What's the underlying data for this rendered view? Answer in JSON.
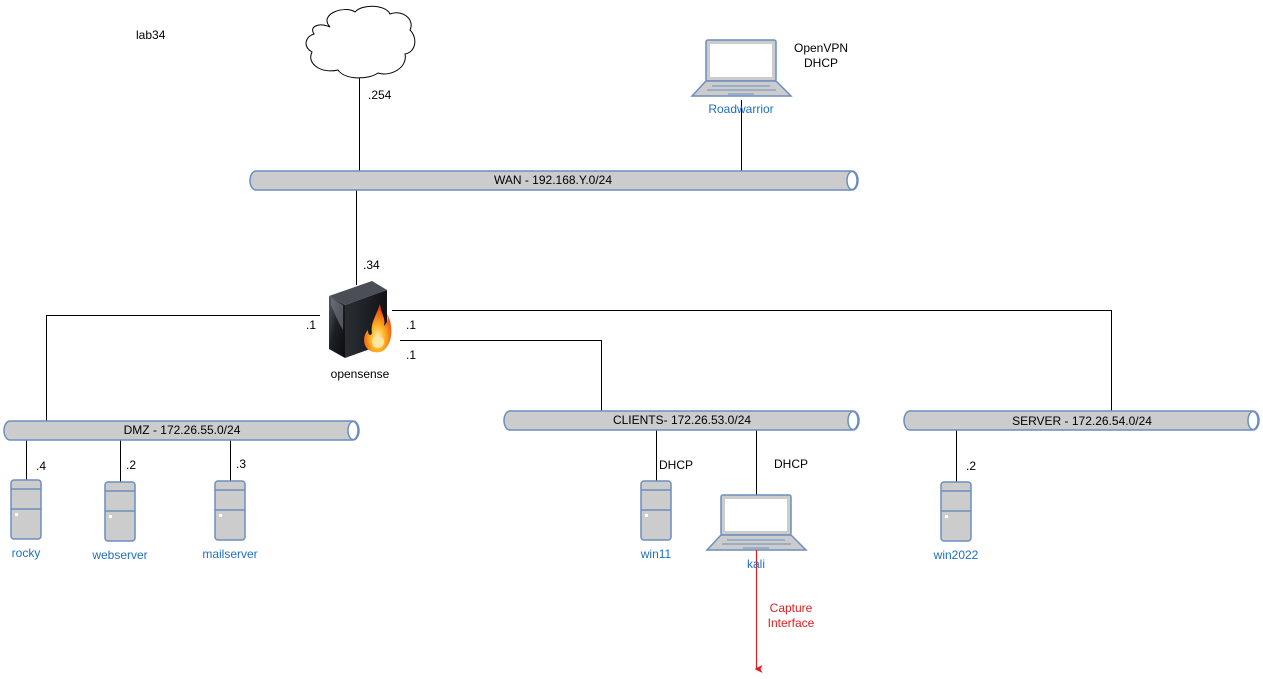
{
  "diagram": {
    "title": "lab34",
    "colors": {
      "bus_fill": "#cccccc",
      "bus_stroke": "#6c8ebf",
      "device_label": "#1f6fbf",
      "capture_red": "#e31c1c",
      "device_fill": "#cccccc",
      "device_stroke": "#6c8ebf"
    },
    "internet": {
      "icon": "cloud-icon",
      "ip": ".254"
    },
    "roadwarrior": {
      "icon": "laptop-icon",
      "label": "Roadwarrior",
      "note_line1": "OpenVPN",
      "note_line2": "DHCP"
    },
    "buses": {
      "wan": {
        "label": "WAN -  192.168.Y.0/24"
      },
      "dmz": {
        "label": "DMZ -  172.26.55.0/24"
      },
      "clients": {
        "label": "CLIENTS-  172.26.53.0/24"
      },
      "server": {
        "label": "SERVER -  172.26.54.0/24"
      }
    },
    "firewall": {
      "icon": "firewall-icon",
      "label": "opensense",
      "wan_ip": ".34",
      "dmz_ip": ".1",
      "server_ip": ".1",
      "clients_ip": ".1"
    },
    "dmz_hosts": [
      {
        "label": "rocky",
        "ip": ".4",
        "icon": "server-icon"
      },
      {
        "label": "webserver",
        "ip": ".2",
        "icon": "server-icon"
      },
      {
        "label": "mailserver",
        "ip": ".3",
        "icon": "server-icon"
      }
    ],
    "client_hosts": [
      {
        "label": "win11",
        "ip": "DHCP",
        "icon": "server-icon"
      },
      {
        "label": "kali",
        "ip": "DHCP",
        "icon": "laptop-icon"
      }
    ],
    "server_hosts": [
      {
        "label": "win2022",
        "ip": ".2",
        "icon": "server-icon"
      }
    ],
    "capture": {
      "line1": "Capture",
      "line2": "Interface"
    }
  }
}
